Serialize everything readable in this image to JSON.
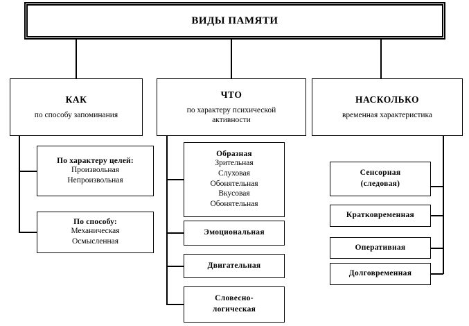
{
  "diagram": {
    "title": "ВИДЫ ПАМЯТИ",
    "branches": [
      {
        "id": "kak",
        "heading": "КАК",
        "subheading": "по способу запоминания",
        "children": [
          {
            "title": "По характеру целей:",
            "items": [
              "Произвольная",
              "Непроизвольная"
            ]
          },
          {
            "title": "По способу:",
            "items": [
              "Механическая",
              "Осмысленная"
            ]
          }
        ]
      },
      {
        "id": "chto",
        "heading": "ЧТО",
        "subheading_line1": "по характеру психической",
        "subheading_line2": "активности",
        "children": [
          {
            "title": "Образная",
            "items": [
              "Зрительная",
              "Слуховая",
              "Обонятельная",
              "Вкусовая",
              "Обонятельная"
            ]
          },
          {
            "title": "Эмоциональная",
            "items": []
          },
          {
            "title": "Двигательная",
            "items": []
          },
          {
            "title_line1": "Словесно-",
            "title_line2": "логическая",
            "items": []
          }
        ]
      },
      {
        "id": "naskolko",
        "heading": "НАСКОЛЬКО",
        "subheading": "временная характеристика",
        "children": [
          {
            "title_line1": "Сенсорная",
            "title_line2": "(следовая)"
          },
          {
            "title": "Кратковременная"
          },
          {
            "title": "Оперативная"
          },
          {
            "title": "Долговременная"
          }
        ]
      }
    ],
    "colors": {
      "stroke": "#000000",
      "background": "#ffffff",
      "text": "#000000"
    }
  }
}
